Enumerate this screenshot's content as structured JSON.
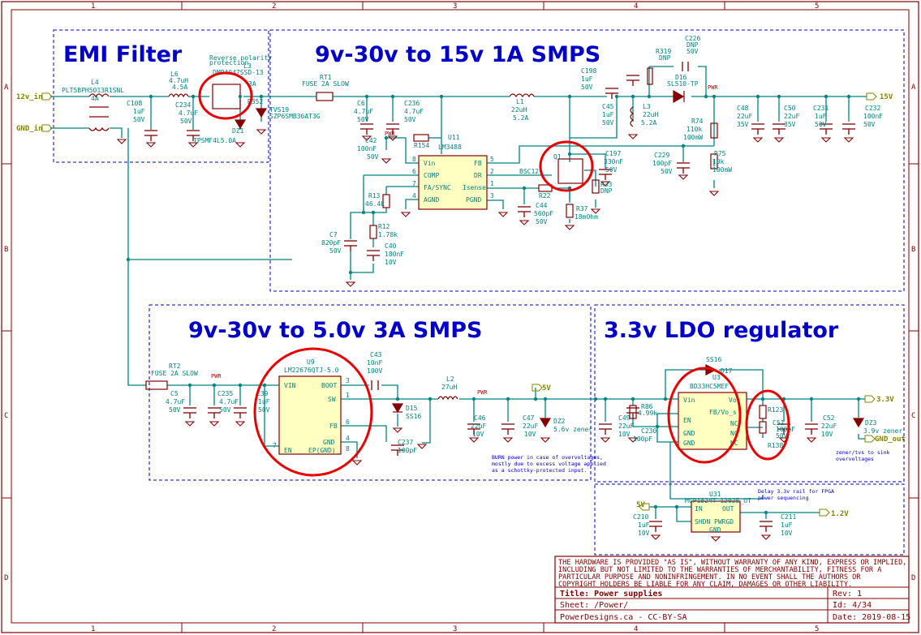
{
  "frame": {
    "cols": [
      "1",
      "2",
      "3",
      "4",
      "5"
    ],
    "rows": [
      "A",
      "B",
      "C",
      "D"
    ]
  },
  "blocks": {
    "emi": "EMI Filter",
    "smps15": "9v-30v to 15v 1A SMPS",
    "smps5": "9v-30v to 5.0v 3A SMPS",
    "ldo": "3.3v LDO regulator"
  },
  "nets": {
    "in12": "12v_in",
    "gndin": "GND_in",
    "v15": "15V",
    "v5": "5V",
    "v33": "3.3V",
    "gndout": "GND_out",
    "v12": "1.2V",
    "v5b": "5V",
    "pwr": "PWR"
  },
  "components": {
    "l4": [
      "L4",
      "PLT5BPH5013R1SNL",
      "4A"
    ],
    "l6": [
      "L6",
      "4.7uH",
      "4.5A"
    ],
    "c108": [
      "C108",
      "1uF",
      "50V"
    ],
    "c234": [
      "C234",
      "4.7uF",
      "50V"
    ],
    "q2": [
      "DMP4047SSD-13",
      "Reverse polarity",
      "protection",
      "L3",
      "3A"
    ],
    "r352": [
      "R352"
    ],
    "dz1": [
      "DZ1",
      "TPSMF4L5.0A"
    ],
    "rt1": [
      "RT1",
      "FUSE 2A SLOW"
    ],
    "tvs19": [
      "TVS19",
      "SZP6SMB36AT3G"
    ],
    "c6": [
      "C6",
      "4.7uF",
      "50V"
    ],
    "c236": [
      "C236",
      "4.7uF",
      "50V"
    ],
    "c42": [
      "C42",
      "100nF",
      "50V"
    ],
    "r154": [
      "R154"
    ],
    "u11": [
      "U11",
      "LM3488"
    ],
    "l1": [
      "L1",
      "22uH",
      "5.2A"
    ],
    "c198": [
      "C198",
      "1uF",
      "50V"
    ],
    "c45": [
      "C45",
      "1uF",
      "50V"
    ],
    "l3b": [
      "L3",
      "22uH",
      "5.2A"
    ],
    "r319": [
      "R319",
      "DNP"
    ],
    "c226": [
      "C226",
      "DNP",
      "50V"
    ],
    "d16": [
      "D16",
      "SL510-TP"
    ],
    "c48": [
      "C48",
      "22uF",
      "35V"
    ],
    "c50": [
      "C50",
      "22uF",
      "35V"
    ],
    "c231": [
      "C231",
      "1uF",
      "50V"
    ],
    "c232": [
      "C232",
      "100nF",
      "50V"
    ],
    "r74": [
      "R74",
      "110k",
      "100mW"
    ],
    "c229": [
      "C229",
      "100pF",
      "50V"
    ],
    "r75": [
      "R75",
      "10k",
      "100mW"
    ],
    "c197": [
      "C197",
      "330nF",
      "50V"
    ],
    "q1": [
      "Q1",
      "BSC12"
    ],
    "r33": [
      "R33",
      "DNP"
    ],
    "r22": [
      "R22"
    ],
    "c44": [
      "C44",
      "560pF",
      "50V"
    ],
    "r37": [
      "R37",
      "18mOhm"
    ],
    "r13": [
      "R13",
      "46.4k"
    ],
    "r12": [
      "R12",
      "1.78k"
    ],
    "c7": [
      "C7",
      "820pF",
      "50V"
    ],
    "c40": [
      "C40",
      "180nF",
      "10V"
    ],
    "rt2": [
      "RT2",
      "FUSE 2A SLOW"
    ],
    "c5": [
      "C5",
      "4.7uF",
      "50V"
    ],
    "c235": [
      "C235",
      "4.7uF",
      "50V"
    ],
    "c39": [
      "C39",
      "1uF",
      "50V"
    ],
    "u9": [
      "U9",
      "LM22676QTJ-5.0"
    ],
    "c43": [
      "C43",
      "10nF",
      "100V"
    ],
    "l2": [
      "L2",
      "27uH"
    ],
    "d15": [
      "D15",
      "SS16"
    ],
    "c237": [
      "C237",
      "100pF"
    ],
    "c46": [
      "C46",
      "22uF",
      "10V"
    ],
    "c47": [
      "C47",
      "22uF",
      "10V"
    ],
    "dz2": [
      "DZ2",
      "5.6v zener"
    ],
    "ss16": [
      "SS16"
    ],
    "d17": [
      "D17"
    ],
    "u3": [
      "U3",
      "BD33HC5MEF"
    ],
    "r86": [
      "R86",
      "4.99k"
    ],
    "c49": [
      "C49",
      "22uF",
      "10V"
    ],
    "c230": [
      "C230",
      "100pF"
    ],
    "r123": [
      "R123"
    ],
    "c51": [
      "C51",
      "100nF",
      "50V"
    ],
    "r138": [
      "R138"
    ],
    "c52": [
      "C52",
      "22uF",
      "10V"
    ],
    "dz3": [
      "DZ3",
      "3.9v zener"
    ],
    "u31": [
      "U31",
      "MCP1824T-1202E_OT"
    ],
    "c210": [
      "C210",
      "1uF",
      "10V"
    ],
    "c211": [
      "C211",
      "1uF",
      "10V"
    ]
  },
  "pins": {
    "u11": [
      "Vin",
      "COMP",
      "FA/SYNC",
      "AGND",
      "FB",
      "DR",
      "Isense",
      "PGND",
      "8",
      "6",
      "7",
      "4",
      "5",
      "2",
      "1",
      "3"
    ],
    "u9": [
      "VIN",
      "BOOT",
      "SW",
      "FB",
      "GND",
      "EN",
      "EP(GND)",
      "3",
      "1",
      "6",
      "4",
      "7",
      "8"
    ],
    "u3": [
      "Vin",
      "Vo",
      "EN",
      "FB/Vo_s",
      "GND",
      "GND",
      "NC",
      "NC",
      "NC"
    ],
    "u31": [
      "IN",
      "SHDN",
      "OUT",
      "PWRGD",
      "GND"
    ]
  },
  "notes": {
    "burn1": "BURN power in case of overvoltages,",
    "burn2": "mostly due to excess voltage applied",
    "burn3": "as a schottky-protected input.",
    "zener1": "zener/tvs to sink",
    "zener2": "overvoltages",
    "delay1": "Delay 3.3v rail for FPGA",
    "delay2": "power sequencing"
  },
  "title_block": {
    "disclaimer": [
      "THE HARDWARE IS PROVIDED \"AS IS\", WITHOUT WARRANTY OF ANY KIND, EXPRESS OR IMPLIED,",
      "INCLUDING BUT NOT LIMITED TO THE WARRANTIES OF MERCHANTABILITY, FITNESS FOR A",
      "PARTICULAR PURPOSE AND NONINFRINGEMENT. IN NO EVENT SHALL THE AUTHORS OR",
      "COPYRIGHT HOLDERS BE LIABLE FOR ANY CLAIM, DAMAGES OR OTHER LIABILITY."
    ],
    "title": "Title: Power supplies",
    "rev": "Rev: 1",
    "sheet": "Sheet: /Power/",
    "id": "Id: 4/34",
    "author": "PowerDesigns.ca - CC-BY-SA",
    "date": "Date: 2019-08-15"
  },
  "colors": {
    "wire": "#008484",
    "frame": "#840000",
    "body_fill": "#ffffc2",
    "body_stroke": "#840000",
    "heading": "#0000c8",
    "ref": "#008484",
    "value": "#008484",
    "net": "#848400",
    "highlight": "#e60000"
  }
}
